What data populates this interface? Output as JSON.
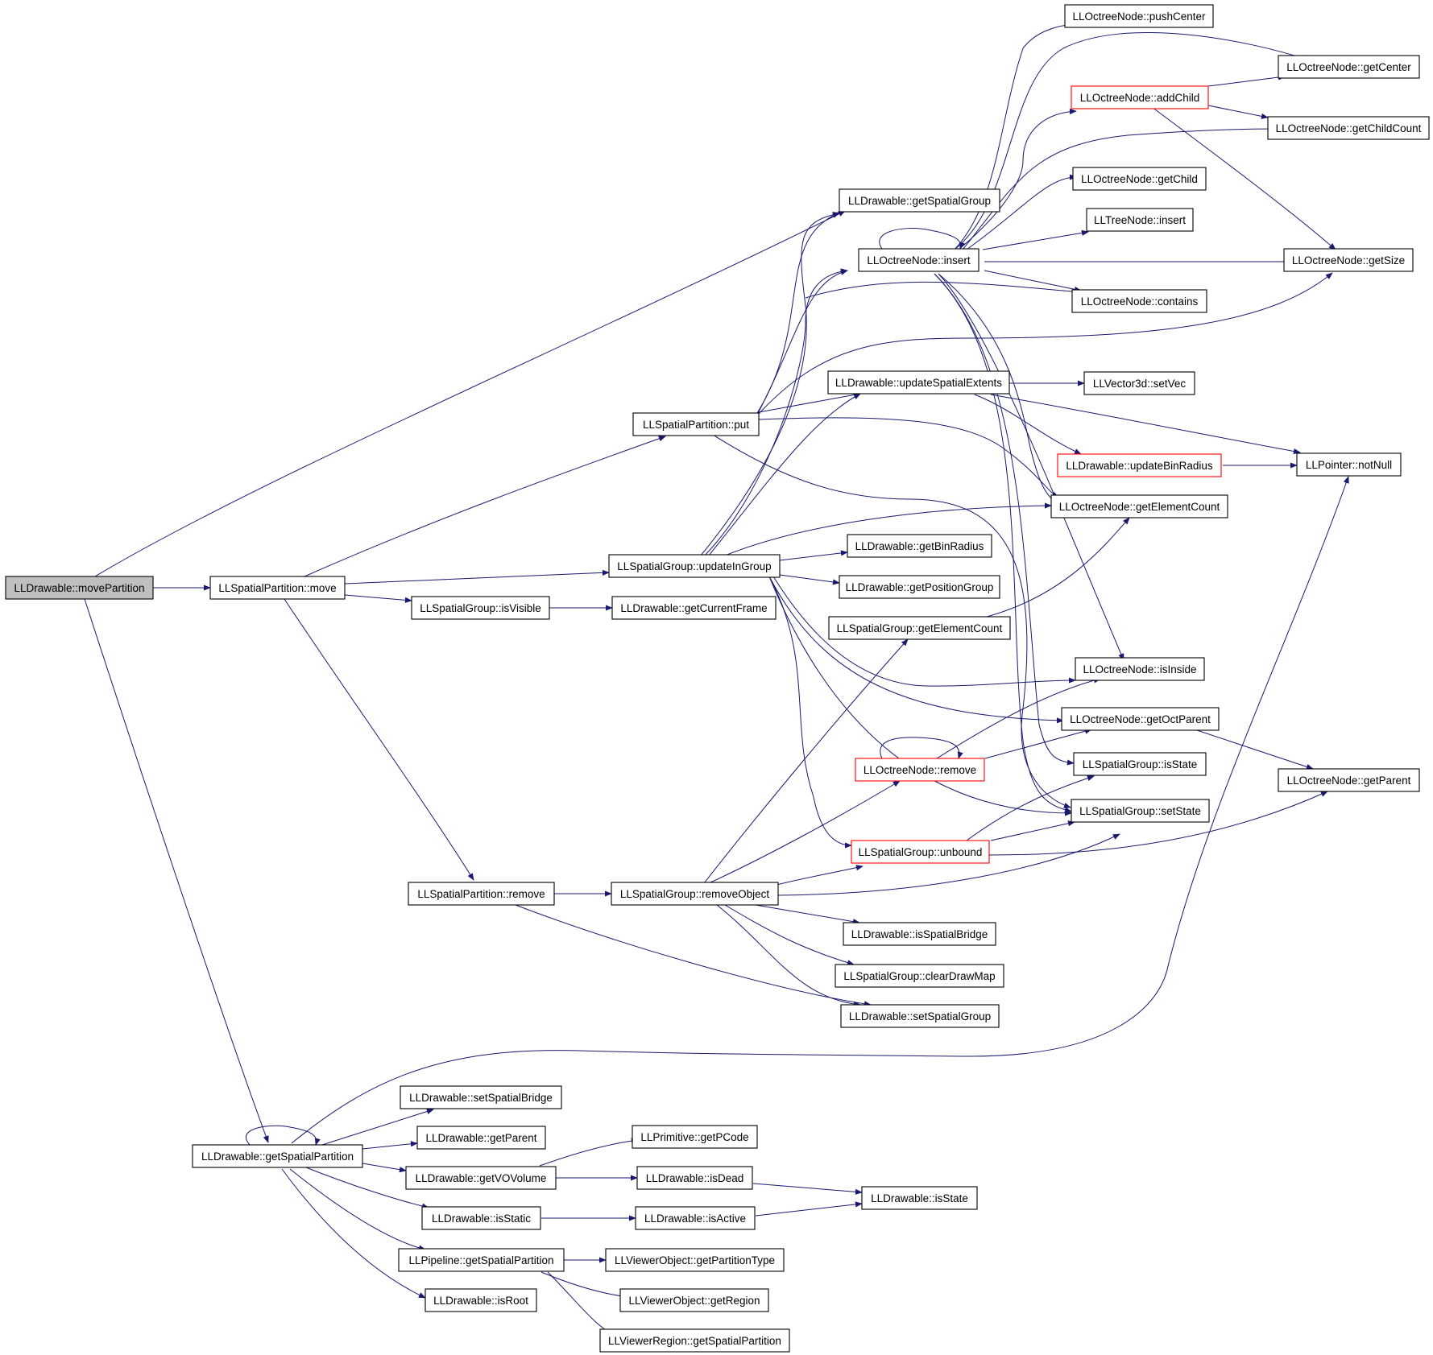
{
  "colors": {
    "edge": "#191970",
    "node_border": "#000000",
    "truncated_border": "#ff0000",
    "root_fill": "#bfbfbf"
  },
  "nodes": {
    "movePartition": "LLDrawable::movePartition",
    "spMove": "LLSpatialPartition::move",
    "getSpatialGroup": "LLDrawable::getSpatialGroup",
    "spPut": "LLSpatialPartition::put",
    "updateInGroup": "LLSpatialGroup::updateInGroup",
    "sgIsVisible": "LLSpatialGroup::isVisible",
    "getCurrentFrame": "LLDrawable::getCurrentFrame",
    "spRemove": "LLSpatialPartition::remove",
    "removeObject": "LLSpatialGroup::removeObject",
    "getSpatialPartition": "LLDrawable::getSpatialPartition",
    "octInsert": "LLOctreeNode::insert",
    "updateSpatialExtents": "LLDrawable::updateSpatialExtents",
    "getBinRadius": "LLDrawable::getBinRadius",
    "getPositionGroup": "LLDrawable::getPositionGroup",
    "sgGetElementCount": "LLSpatialGroup::getElementCount",
    "octRemove": "LLOctreeNode::remove",
    "unbound": "LLSpatialGroup::unbound",
    "isSpatialBridge": "LLDrawable::isSpatialBridge",
    "clearDrawMap": "LLSpatialGroup::clearDrawMap",
    "setSpatialGroup": "LLDrawable::setSpatialGroup",
    "pushCenter": "LLOctreeNode::pushCenter",
    "addChild": "LLOctreeNode::addChild",
    "getChild": "LLOctreeNode::getChild",
    "treeInsert": "LLTreeNode::insert",
    "contains": "LLOctreeNode::contains",
    "setVec": "LLVector3d::setVec",
    "updateBinRadius": "LLDrawable::updateBinRadius",
    "octGetElementCount": "LLOctreeNode::getElementCount",
    "isInside": "LLOctreeNode::isInside",
    "getOctParent": "LLOctreeNode::getOctParent",
    "sgIsState": "LLSpatialGroup::isState",
    "sgSetState": "LLSpatialGroup::setState",
    "getCenter": "LLOctreeNode::getCenter",
    "getChildCount": "LLOctreeNode::getChildCount",
    "getSize": "LLOctreeNode::getSize",
    "notNull": "LLPointer::notNull",
    "octGetParent": "LLOctreeNode::getParent",
    "setSpatialBridge": "LLDrawable::setSpatialBridge",
    "drGetParent": "LLDrawable::getParent",
    "getVOVolume": "LLDrawable::getVOVolume",
    "isStatic": "LLDrawable::isStatic",
    "plGetSpatialPartition": "LLPipeline::getSpatialPartition",
    "isRoot": "LLDrawable::isRoot",
    "getPCode": "LLPrimitive::getPCode",
    "isDead": "LLDrawable::isDead",
    "isActive": "LLDrawable::isActive",
    "drIsState": "LLDrawable::isState",
    "getPartitionType": "LLViewerObject::getPartitionType",
    "voGetRegion": "LLViewerObject::getRegion",
    "vrGetSpatialPartition": "LLViewerRegion::getSpatialPartition"
  }
}
